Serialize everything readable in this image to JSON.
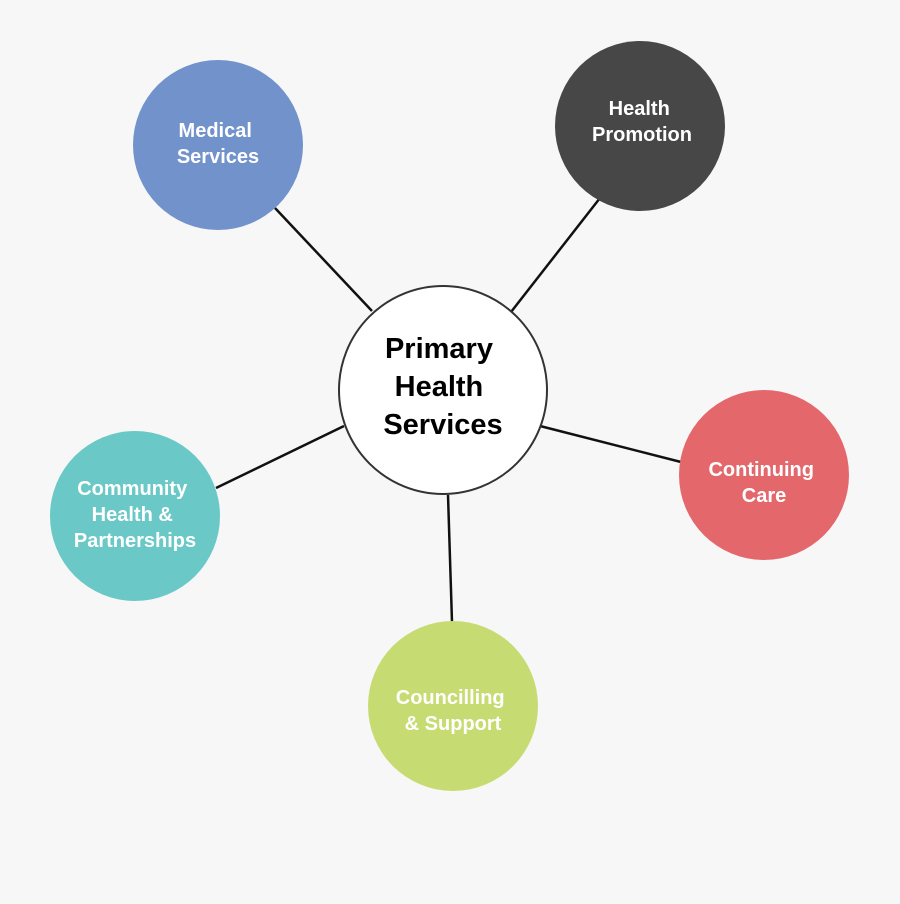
{
  "diagram": {
    "center": {
      "lines": [
        "Primary",
        "Health",
        "Services"
      ]
    },
    "nodes": [
      {
        "id": "medical-services",
        "lines": [
          "Medical",
          "Services"
        ],
        "color": "#7292cc"
      },
      {
        "id": "health-promotion",
        "lines": [
          "Health",
          "Promotion"
        ],
        "color": "#474747"
      },
      {
        "id": "continuing-care",
        "lines": [
          "Continuing",
          "Care"
        ],
        "color": "#e4676c"
      },
      {
        "id": "councilling-support",
        "lines": [
          "Councilling",
          "& Support"
        ],
        "color": "#c6dc72"
      },
      {
        "id": "community-health",
        "lines": [
          "Community",
          "Health &",
          "Partnerships"
        ],
        "color": "#6ac9c7"
      }
    ]
  }
}
